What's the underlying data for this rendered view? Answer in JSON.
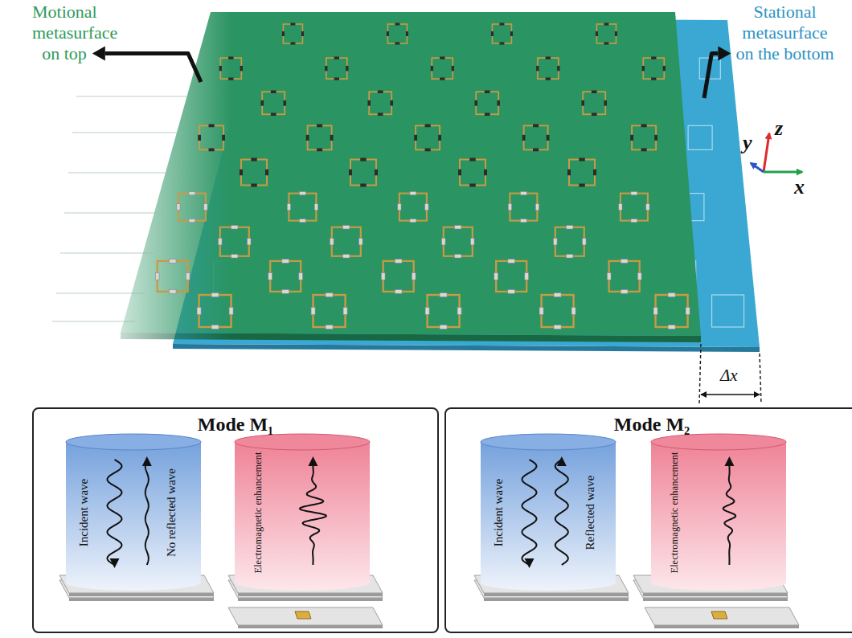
{
  "diagram": {
    "nodes": [
      {
        "text": [
          "Mode M₁"
        ]
      },
      {
        "text": [
          "Incident wave",
          "No reflected wave"
        ],
        "in": 0
      },
      {
        "text": [
          "Electromagnetic enhancement"
        ],
        "in": 0
      },
      {
        "text": [
          "Mode M₂"
        ]
      },
      {
        "text": [
          "Incident wave",
          "Reflected wave"
        ],
        "in": 3
      },
      {
        "text": [
          "Electromagnetic enhancement"
        ],
        "in": 3
      }
    ],
    "labels": [
      "Motional metasurface on top",
      "Stational metasurface on the bottom",
      "y",
      "z",
      "x",
      "Δx"
    ]
  }
}
